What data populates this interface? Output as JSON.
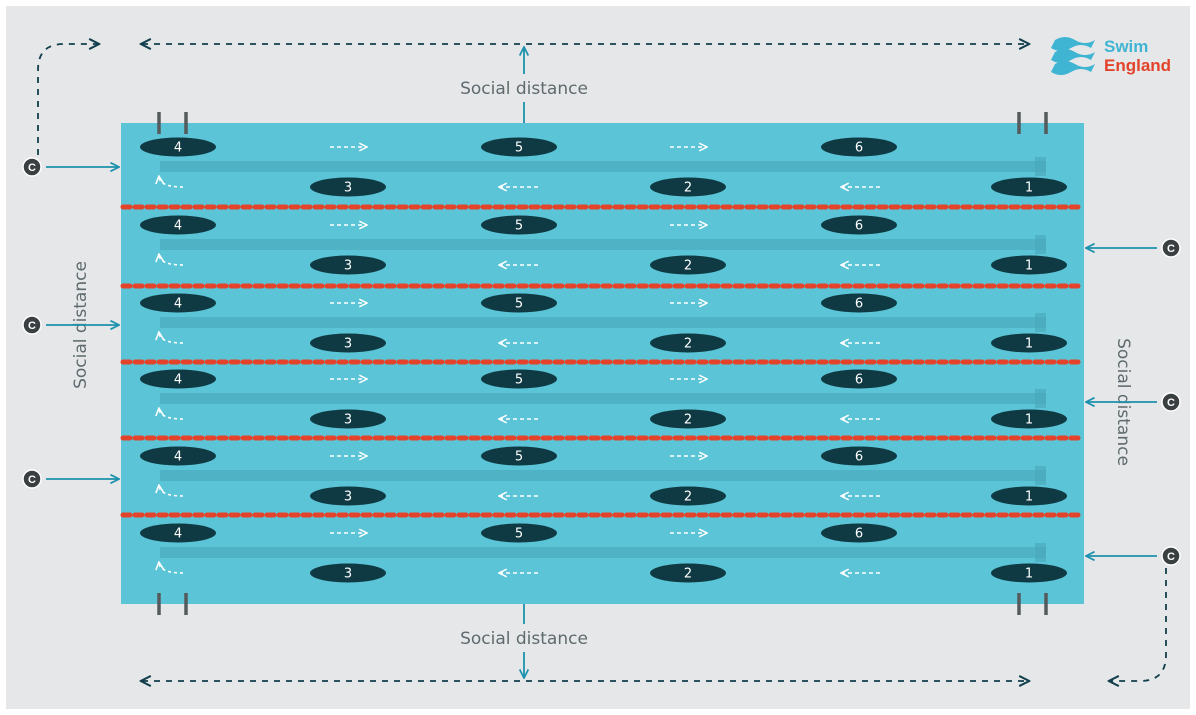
{
  "labels": {
    "top": "Social distance",
    "bottom": "Social distance",
    "left": "Social distance",
    "right": "Social distance"
  },
  "logo": {
    "line1": "Swim",
    "line2": "England"
  },
  "colors": {
    "page_bg": "#e6e7e8",
    "pool": "#5bc4d6",
    "swimmer": "#0f3a43",
    "lane_rope": "#e4432b",
    "arrow_teal": "#1d92ad",
    "dashed_dark": "#123f4d",
    "marker": "#555a5c",
    "logo_teal": "#3fb5d3",
    "logo_red": "#e4432b"
  },
  "icons": {
    "coach": "circle-c-icon"
  },
  "coach_label": "C",
  "lane_count": 6,
  "swimmers_top": [
    "4",
    "5",
    "6"
  ],
  "swimmers_bottom": [
    "3",
    "2",
    "1"
  ]
}
